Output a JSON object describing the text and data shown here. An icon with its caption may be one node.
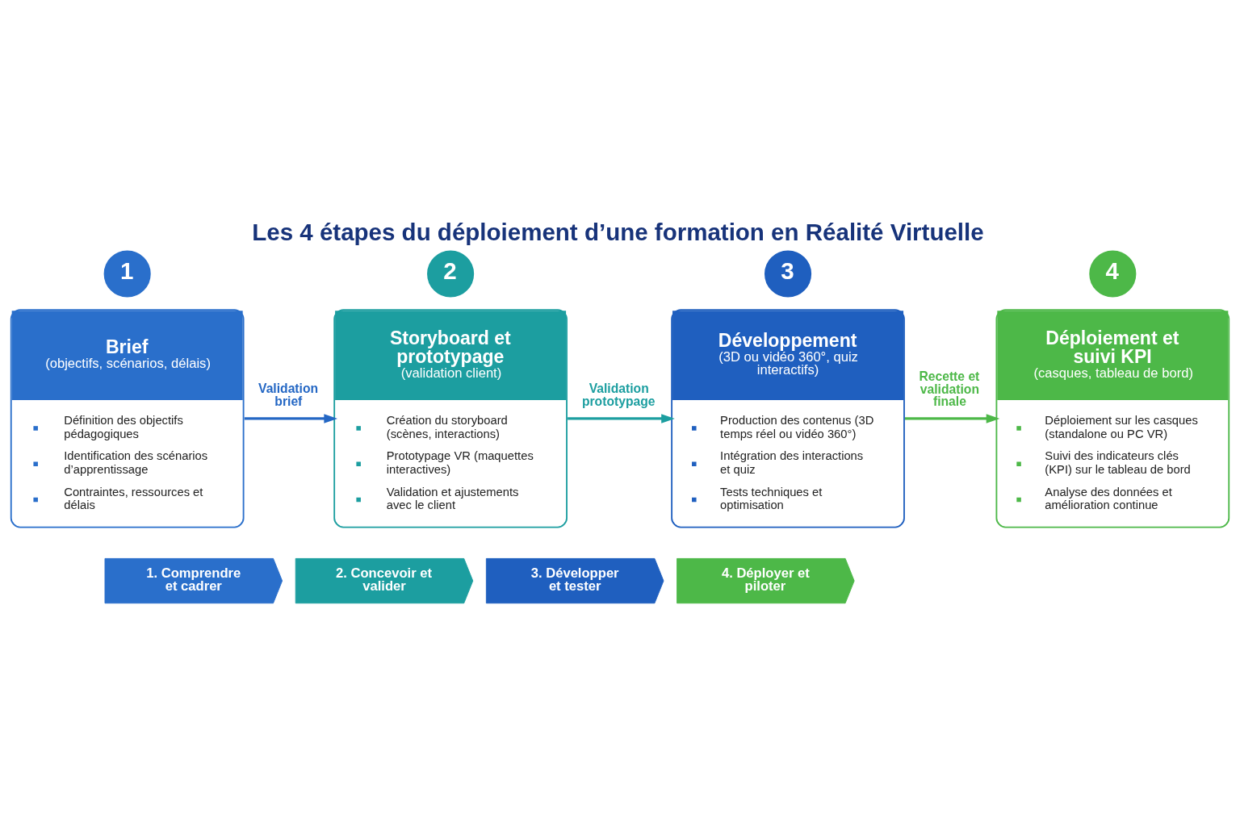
{
  "diagram": {
    "title": "Les 4 étapes du déploiement d’une formation en Réalité Virtuelle",
    "nodes": [
      {
        "text": [
          "1"
        ]
      },
      {
        "text": [
          "Brief",
          "(objectifs, scénarios, délais)",
          "Définition des objectifs pédagogiques",
          "Identification des scénarios d’apprentissage",
          "Contraintes, ressources et délais"
        ]
      },
      {
        "text": [
          "2"
        ]
      },
      {
        "text": [
          "Storyboard et prototypage",
          "(validation client)",
          "Création du storyboard (scènes, interactions)",
          "Prototypage VR (maquettes interactives)",
          "Validation et ajustements avec le client"
        ]
      },
      {
        "text": [
          "3"
        ]
      },
      {
        "text": [
          "Développement",
          "(3D ou vidéo 360°, quiz interactifs)",
          "Production des contenus (3D temps réel ou vidéo 360°)",
          "Intégration des interactions et quiz",
          "Tests techniques et optimisation"
        ]
      },
      {
        "text": [
          "4"
        ]
      },
      {
        "text": [
          "Déploiement et suivi KPI",
          "(casques, tableau de bord)",
          "Déploiement sur les casques (standalone ou PC VR)",
          "Suivi des indicateurs clés (KPI) sur le tableau de bord",
          "Analyse des données et amélioration continue"
        ]
      },
      {
        "text": [
          "1. Comprendre et cadrer"
        ]
      },
      {
        "text": [
          "2. Concevoir et valider"
        ]
      },
      {
        "text": [
          "3. Développer et tester"
        ]
      },
      {
        "text": [
          "4. Déployer et piloter"
        ]
      }
    ],
    "edges": [
      {
        "from": 1,
        "to": 3,
        "arrow": "to",
        "label": "Validation brief",
        "color": "#2467c4"
      },
      {
        "from": 3,
        "to": 5,
        "arrow": "to",
        "label": "Validation prototypage",
        "color": "#1c9ea0"
      },
      {
        "from": 5,
        "to": 7,
        "arrow": "to",
        "label": "Recette et validation finale",
        "color": "#4db848"
      }
    ]
  }
}
